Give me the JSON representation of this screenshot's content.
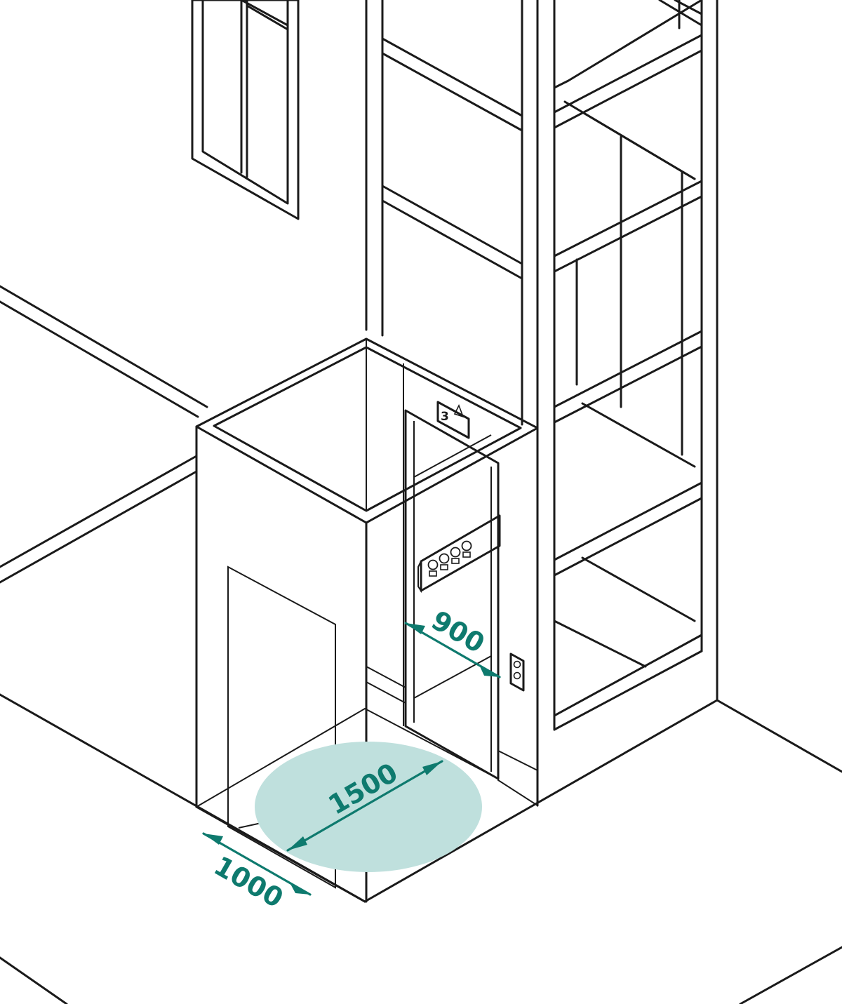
{
  "diagram": {
    "dimensions": {
      "cabin_width": "1000",
      "turning_circle": "1500",
      "door_width": "900"
    },
    "floor_indicator": {
      "floor_number": "3",
      "direction_icon": "up-triangle-icon"
    },
    "control_panel_buttons": 4,
    "call_station_buttons": [
      "up-arrow-icon",
      "down-arrow-icon"
    ]
  },
  "colors": {
    "line": "#1a1a1a",
    "dimension_accent": "#0e7a6e",
    "turning_circle_fill": "#bfe0dd",
    "background": "#ffffff"
  }
}
